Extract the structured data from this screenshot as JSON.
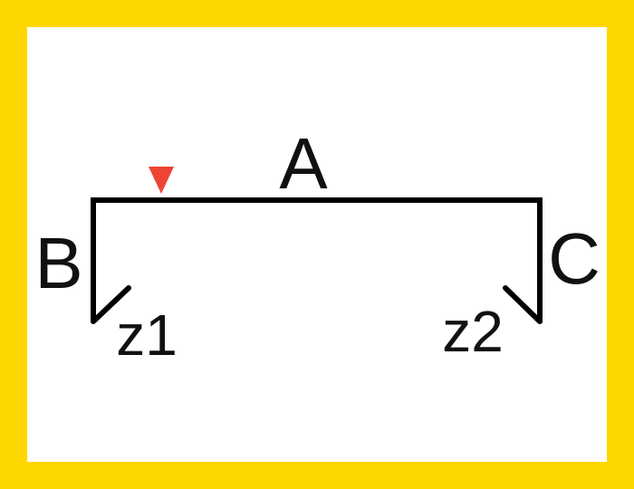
{
  "labels": {
    "top": "A",
    "left": "B",
    "right": "C",
    "left_end": "z1",
    "right_end": "z2"
  },
  "colors": {
    "frame": "#FFD700",
    "line": "#000000",
    "marker": "#EE4433"
  },
  "marker_icon": "down-triangle"
}
